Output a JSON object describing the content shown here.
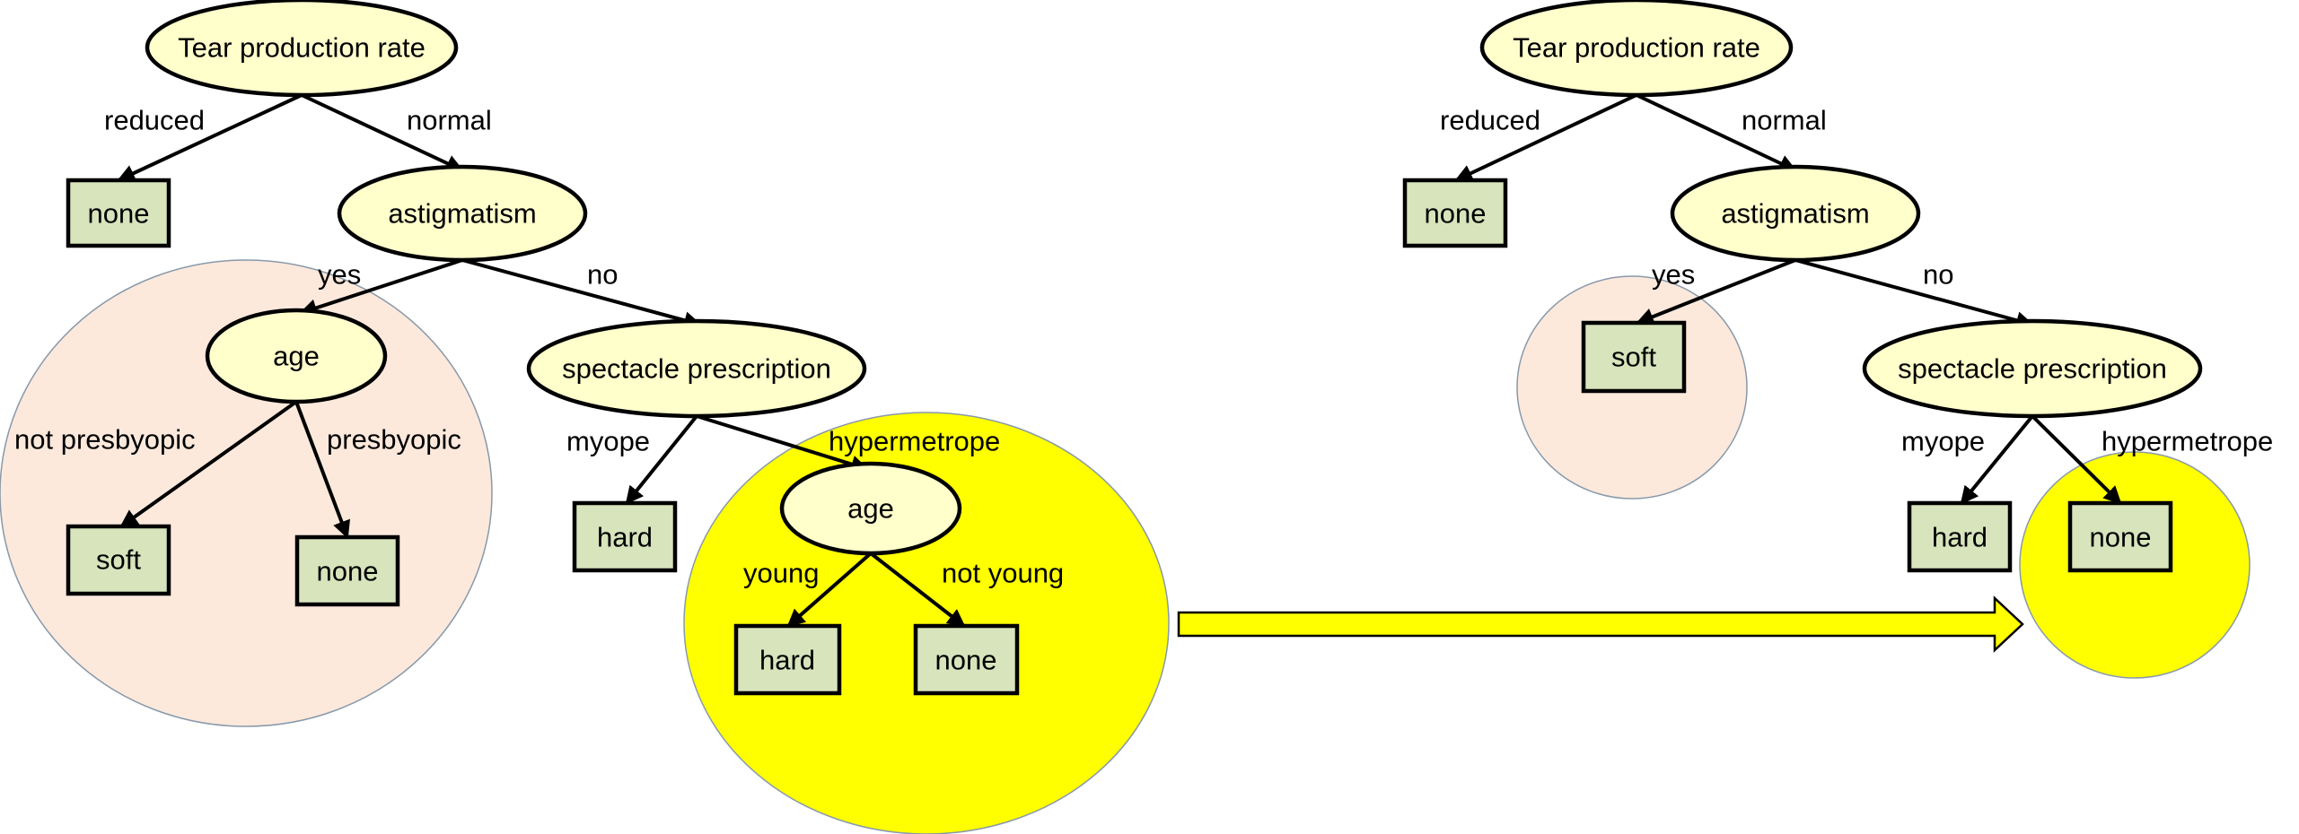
{
  "colors": {
    "decision_fill": "#ffffcc",
    "leaf_fill": "#d8e4bc",
    "prune_pink": "#fce9dc",
    "prune_yellow": "#ffff00",
    "arrow_fill": "#ffff00"
  },
  "left_tree": {
    "root": "Tear production rate",
    "root_reduced_label": "reduced",
    "root_normal_label": "normal",
    "reduced_leaf": "none",
    "astigmatism": "astigmatism",
    "astig_yes_label": "yes",
    "astig_no_label": "no",
    "age_node": "age",
    "age_not_presbyopic_label": "not presbyopic",
    "age_presbyopic_label": "presbyopic",
    "not_presbyopic_leaf": "soft",
    "presbyopic_leaf": "none",
    "spectacle": "spectacle prescription",
    "spec_myope_label": "myope",
    "spec_hypermetrope_label": "hypermetrope",
    "myope_leaf": "hard",
    "age_node2": "age",
    "age2_young_label": "young",
    "age2_not_young_label": "not young",
    "young_leaf": "hard",
    "not_young_leaf": "none"
  },
  "right_tree": {
    "root": "Tear production rate",
    "root_reduced_label": "reduced",
    "root_normal_label": "normal",
    "reduced_leaf": "none",
    "astigmatism": "astigmatism",
    "astig_yes_label": "yes",
    "astig_no_label": "no",
    "yes_leaf": "soft",
    "spectacle": "spectacle prescription",
    "spec_myope_label": "myope",
    "spec_hypermetrope_label": "hypermetrope",
    "myope_leaf": "hard",
    "hypermetrope_leaf": "none"
  }
}
